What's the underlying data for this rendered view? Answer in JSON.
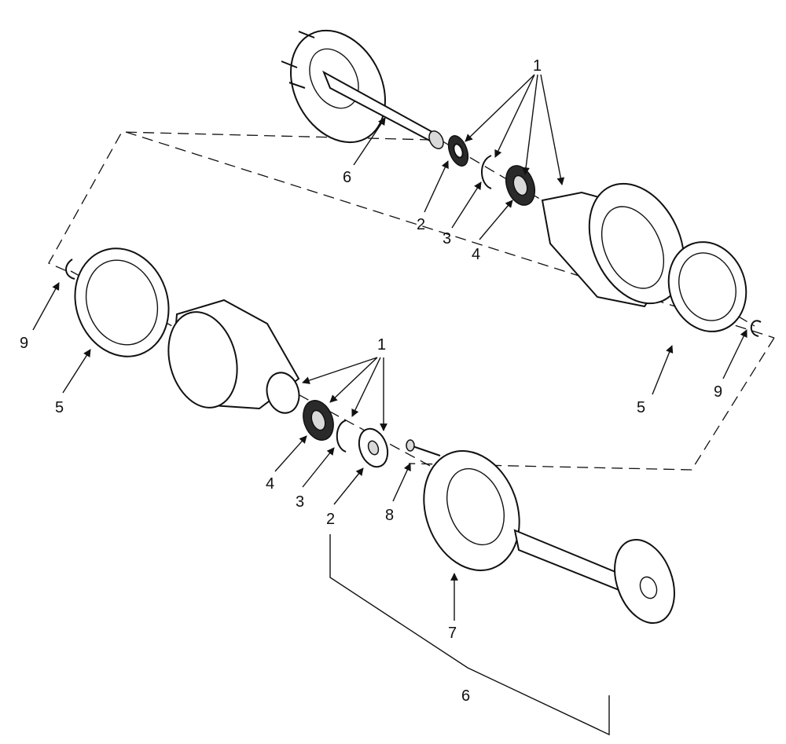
{
  "diagram": {
    "callouts": {
      "top_1": "1",
      "top_2": "2",
      "top_3": "3",
      "top_4": "4",
      "top_6": "6",
      "right_5": "5",
      "right_9": "9",
      "left_9": "9",
      "left_5": "5",
      "mid_1": "1",
      "mid_4": "4",
      "mid_3": "3",
      "mid_2": "2",
      "mid_8": "8",
      "mid_7": "7",
      "bottom_6": "6"
    }
  }
}
